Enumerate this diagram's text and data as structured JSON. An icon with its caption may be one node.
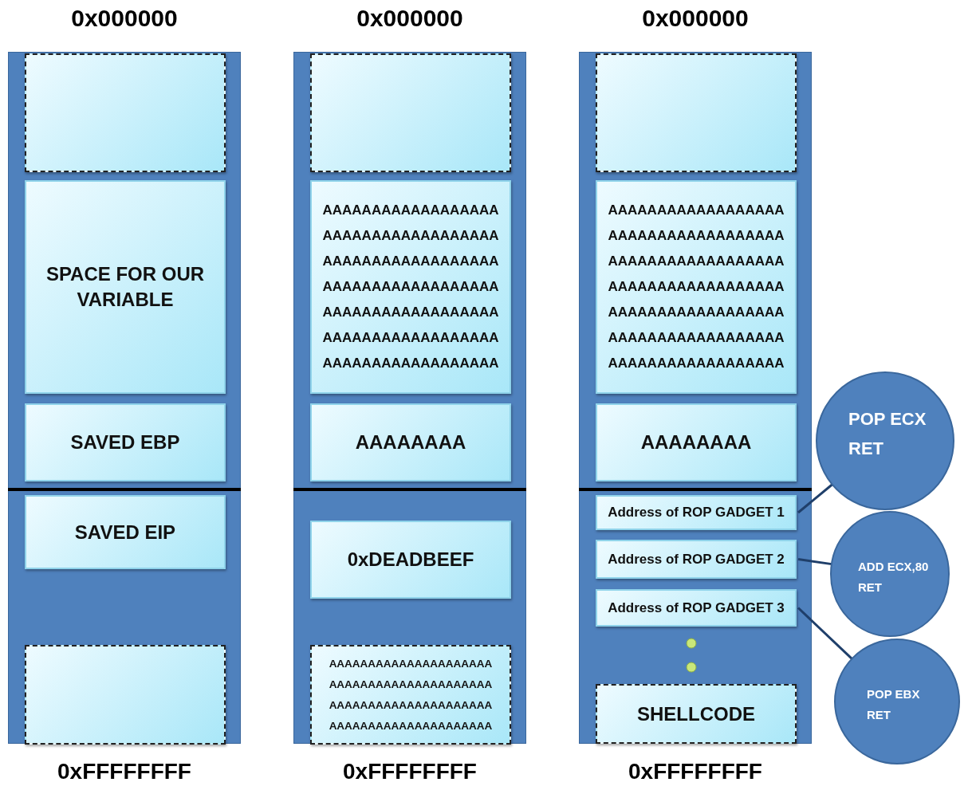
{
  "diagram": {
    "nodes": [
      {
        "text": [
          "0x000000",
          "0xFFFFFFFF"
        ]
      },
      {
        "text": [],
        "shape": "box",
        "in": 0
      },
      {
        "text": [
          "SPACE FOR OUR VARIABLE"
        ],
        "in": 0
      },
      {
        "text": [
          "SAVED EBP"
        ],
        "in": 0
      },
      {
        "text": [
          "SAVED EIP"
        ],
        "in": 0
      },
      {
        "text": [],
        "shape": "box",
        "in": 0
      },
      {
        "text": [
          "0x000000",
          "0xFFFFFFFF"
        ]
      },
      {
        "text": [],
        "shape": "box",
        "in": 6
      },
      {
        "text": [
          "AAAAAAAAAAAAAAAAAA AAAAAAAAAAAAAAAAAA AAAAAAAAAAAAAAAAAA AAAAAAAAAAAAAAAAAA AAAAAAAAAAAAAAAAAA AAAAAAAAAAAAAAAAAA AAAAAAAAAAAAAAAAAA"
        ],
        "in": 6
      },
      {
        "text": [
          "AAAAAAAA"
        ],
        "in": 6
      },
      {
        "text": [
          "0xDEADBEEF"
        ],
        "in": 6
      },
      {
        "text": [
          "AAAAAAAAAAAAAAAAAAAAA AAAAAAAAAAAAAAAAAAAAA AAAAAAAAAAAAAAAAAAAAA AAAAAAAAAAAAAAAAAAAAA"
        ],
        "in": 6
      },
      {
        "text": [
          "0x000000",
          "0xFFFFFFFF"
        ]
      },
      {
        "text": [],
        "shape": "box",
        "in": 12
      },
      {
        "text": [
          "AAAAAAAAAAAAAAAAAA AAAAAAAAAAAAAAAAAA AAAAAAAAAAAAAAAAAA AAAAAAAAAAAAAAAAAA AAAAAAAAAAAAAAAAAA AAAAAAAAAAAAAAAAAA AAAAAAAAAAAAAAAAAA"
        ],
        "in": 12
      },
      {
        "text": [
          "AAAAAAAA"
        ],
        "in": 12
      },
      {
        "text": [
          "Address of ROP GADGET 1"
        ],
        "in": 12
      },
      {
        "text": [
          "Address of ROP GADGET 2"
        ],
        "in": 12
      },
      {
        "text": [
          "Address of ROP GADGET 3"
        ],
        "in": 12
      },
      {
        "text": [
          "SHELLCODE"
        ],
        "in": 12
      },
      {
        "text": [
          "POP ECX",
          "RET"
        ]
      },
      {
        "text": [
          "ADD ECX,80",
          "RET"
        ]
      },
      {
        "text": [
          "POP EBX",
          "RET"
        ]
      }
    ],
    "edges": [
      {
        "from": 20,
        "to": 16,
        "arrow": "none"
      },
      {
        "from": 21,
        "to": 17,
        "arrow": "none"
      },
      {
        "from": 22,
        "to": 18,
        "arrow": "none"
      }
    ]
  }
}
